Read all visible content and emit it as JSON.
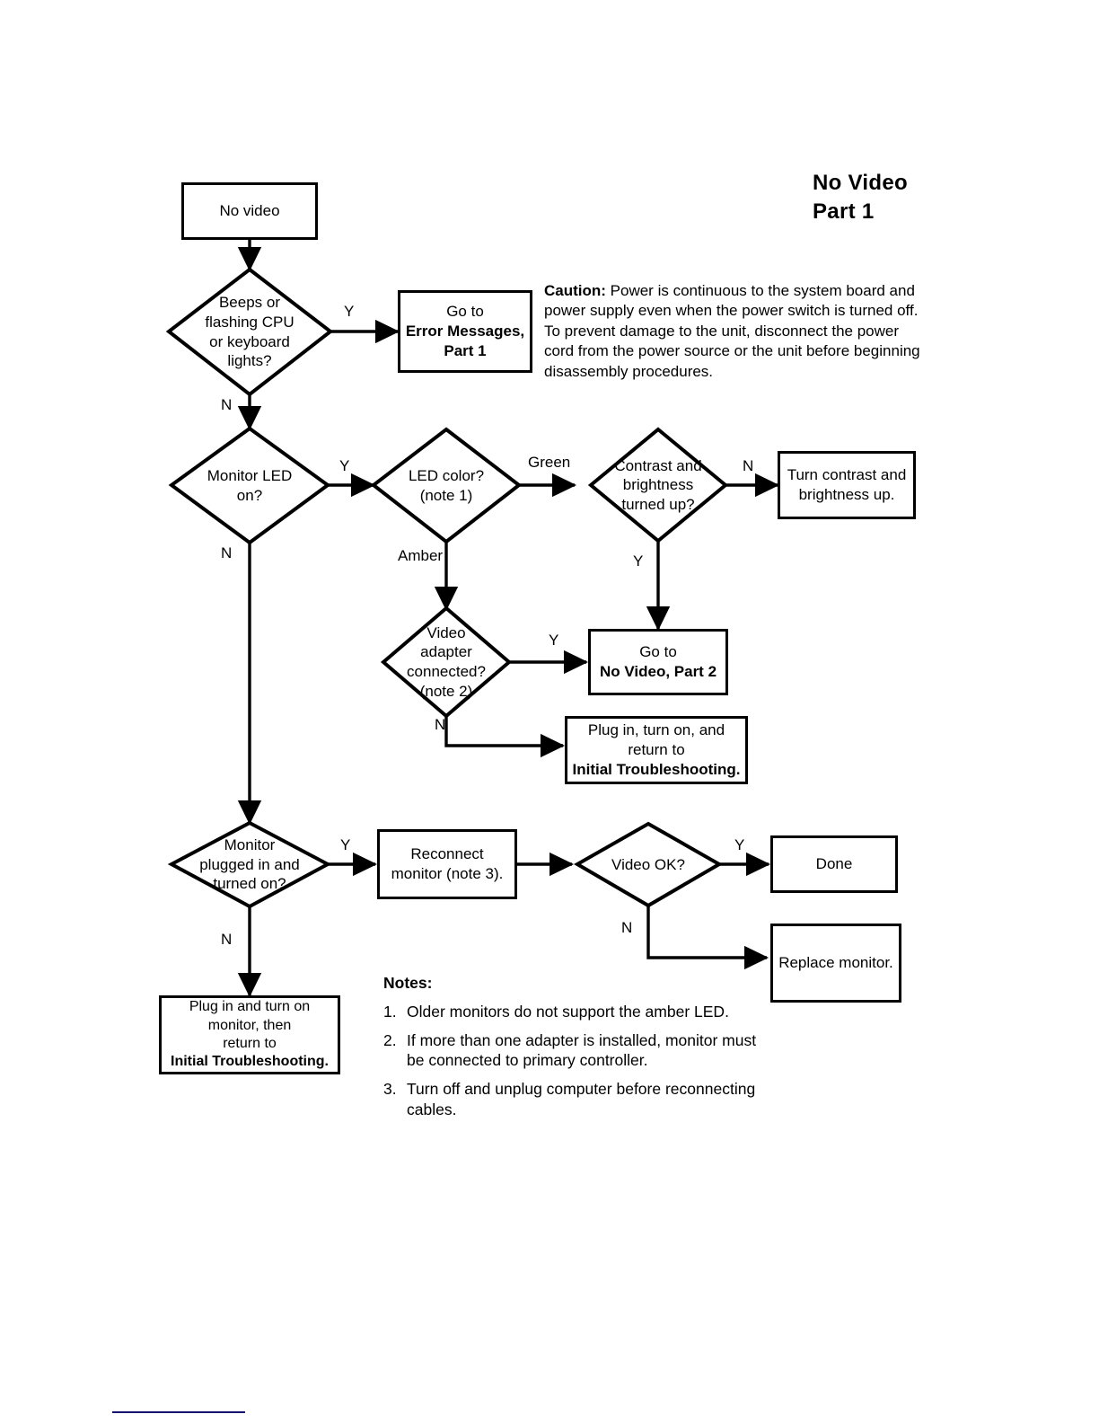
{
  "title": "No Video\nPart 1",
  "caution": {
    "lead": "Caution:",
    "body": " Power is continuous to the system board and power supply even  when the power switch is turned off. To prevent damage to the unit, disconnect  the power cord from the power source or the unit before beginning disassembly procedures."
  },
  "nodes": {
    "start": {
      "label": "No video"
    },
    "beeps": {
      "label": "Beeps or\nflashing CPU\nor keyboard\nlights?"
    },
    "error_messages": {
      "line1": "Go to",
      "line2": "Error Messages,",
      "line3": "Part 1"
    },
    "monitor_led": {
      "label": "Monitor LED\non?"
    },
    "led_color": {
      "label": "LED color?\n(note 1)"
    },
    "contrast": {
      "label": "Contrast and\nbrightness\nturned up?"
    },
    "turn_up": {
      "label": "Turn contrast and\nbrightness up."
    },
    "video_adapter": {
      "label": "Video\nadapter\nconnected?\n(note 2)"
    },
    "no_video_part2": {
      "line1": "Go to",
      "line2": "No Video, Part 2"
    },
    "plug_in_return": {
      "line1": "Plug in, turn on, and",
      "line2": "return to",
      "line3": "Initial Troubleshooting."
    },
    "monitor_plugged": {
      "label": "Monitor\nplugged in and\nturned on?"
    },
    "reconnect": {
      "line1": "Reconnect",
      "line2": "monitor (note 3)."
    },
    "video_ok": {
      "label": "Video OK?"
    },
    "done": {
      "label": "Done"
    },
    "replace_monitor": {
      "label": "Replace monitor."
    },
    "plug_in_monitor": {
      "line1": "Plug in and turn on",
      "line2": "monitor, then",
      "line3": "return to",
      "line4": "Initial Troubleshooting."
    }
  },
  "edge_labels": {
    "beeps_yes": "Y",
    "beeps_no": "N",
    "led_yes": "Y",
    "led_no": "N",
    "color_green": "Green",
    "color_amber": "Amber",
    "contrast_no": "N",
    "contrast_yes": "Y",
    "adapter_yes": "Y",
    "adapter_no": "N",
    "plugged_yes": "Y",
    "plugged_no": "N",
    "videook_yes": "Y",
    "videook_no": "N"
  },
  "notes": {
    "heading": "Notes:",
    "items": [
      {
        "num": "1.",
        "text": "Older monitors do not support the amber LED."
      },
      {
        "num": "2.",
        "text": "If more than one adapter is installed, monitor must be connected to primary controller."
      },
      {
        "num": "3.",
        "text": "Turn off and unplug computer before reconnecting cables."
      }
    ]
  },
  "colors": {
    "stroke": "#000000",
    "background": "#ffffff",
    "footer_rule": "#14146e"
  }
}
